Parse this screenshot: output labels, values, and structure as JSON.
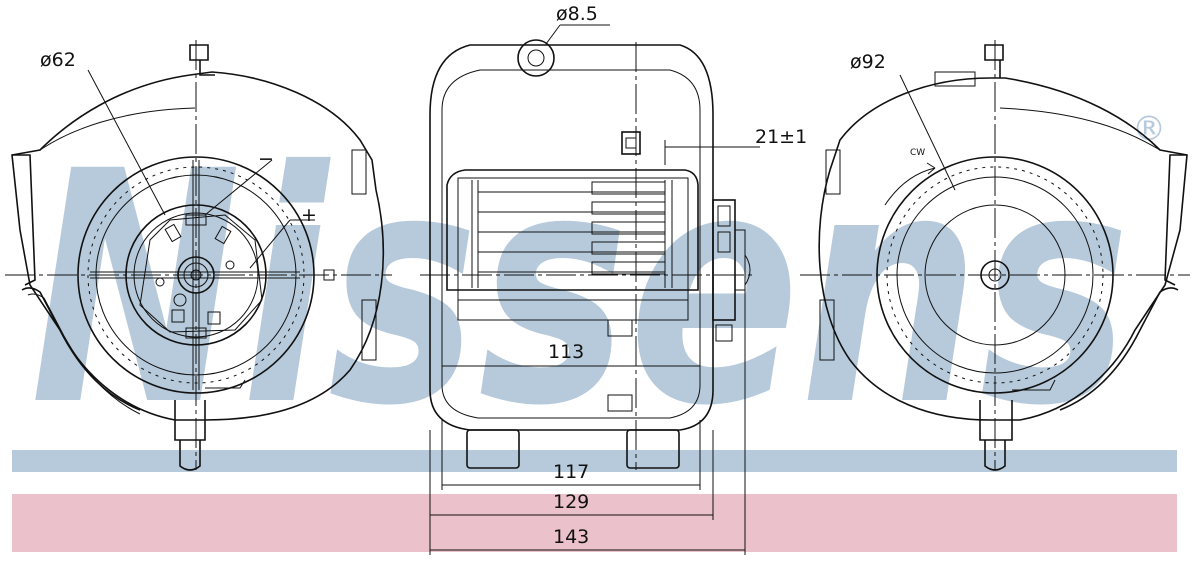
{
  "brand": {
    "watermark": "Nissens",
    "registered_mark": "®",
    "watermark_color": "#b7cadb",
    "band_blue": "#b7cadb",
    "band_pink": "#ebc1cb"
  },
  "left_view": {
    "diameter_label": "ø62",
    "minus_label": "−",
    "plus_label": "+"
  },
  "center_view": {
    "hole_label": "ø8.5",
    "offset_label": "21±1",
    "dim_113": "113",
    "dim_117": "117",
    "dim_129": "129",
    "dim_143": "143"
  },
  "right_view": {
    "diameter_label": "ø92",
    "rotation_label": "CW"
  }
}
